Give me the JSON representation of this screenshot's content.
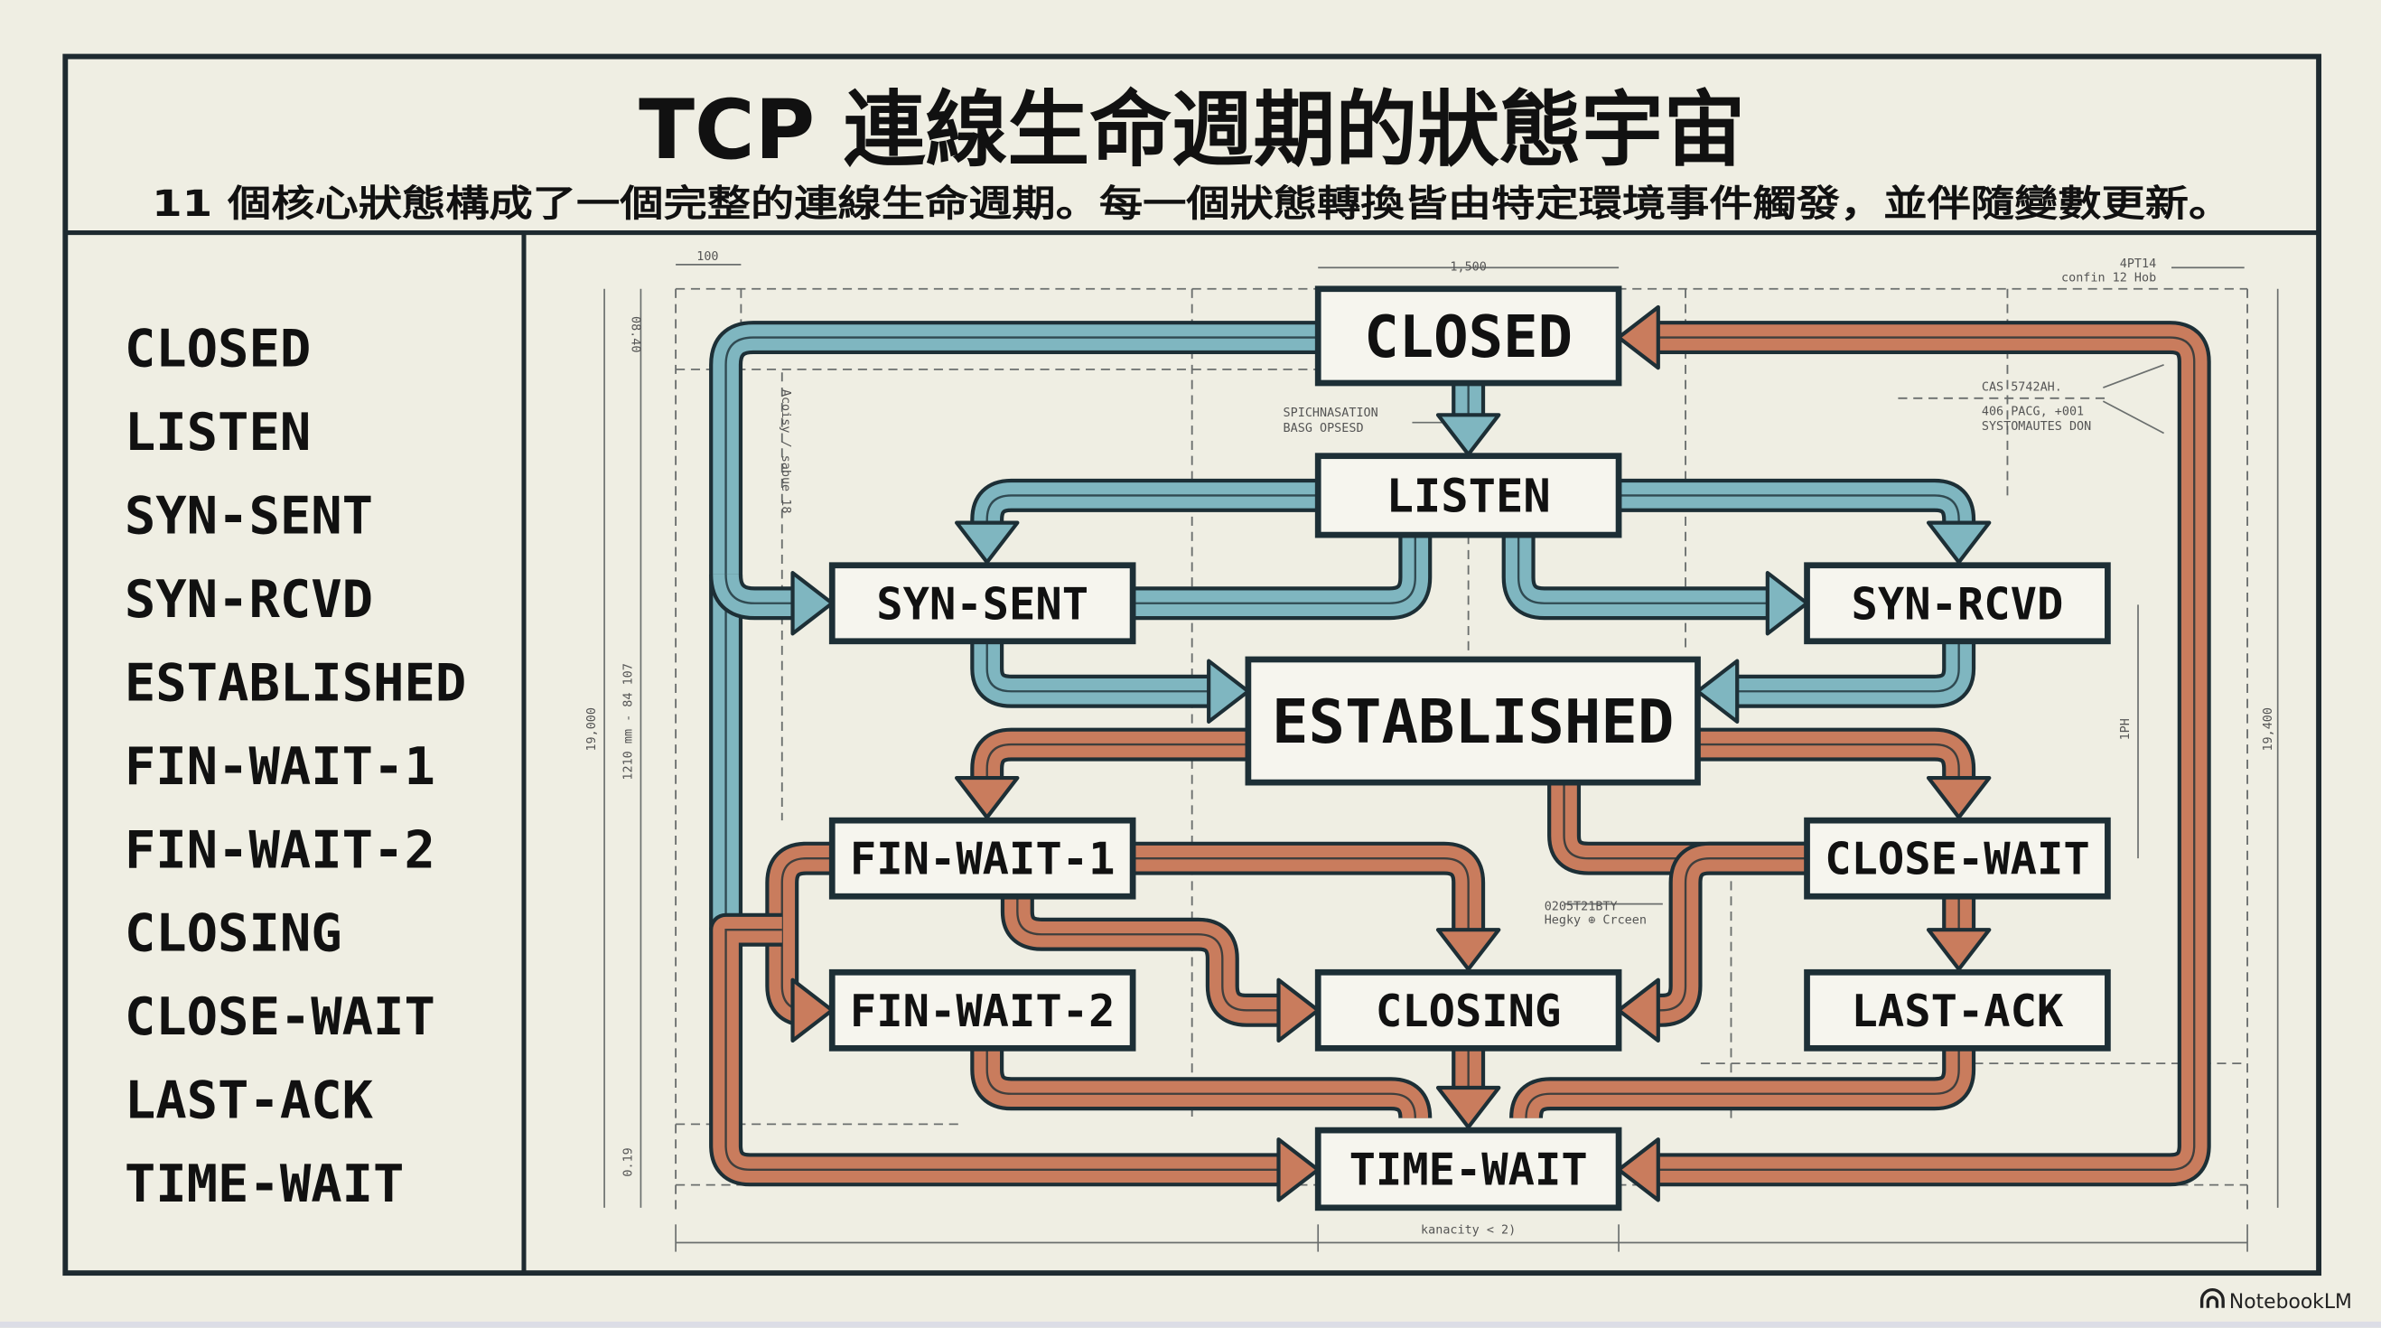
{
  "header": {
    "title": "TCP 連線生命週期的狀態宇宙",
    "subtitle": "11 個核心狀態構成了一個完整的連線生命週期。每一個狀態轉換皆由特定環境事件觸發，並伴隨變數更新。"
  },
  "sidebar": {
    "items": [
      "CLOSED",
      "LISTEN",
      "SYN-SENT",
      "SYN-RCVD",
      "ESTABLISHED",
      "FIN-WAIT-1",
      "FIN-WAIT-2",
      "CLOSING",
      "CLOSE-WAIT",
      "LAST-ACK",
      "TIME-WAIT"
    ]
  },
  "diagram": {
    "states": {
      "closed": "CLOSED",
      "listen": "LISTEN",
      "syn_sent": "SYN-SENT",
      "syn_rcvd": "SYN-RCVD",
      "established": "ESTABLISHED",
      "fin_wait_1": "FIN-WAIT-1",
      "close_wait": "CLOSE-WAIT",
      "fin_wait_2": "FIN-WAIT-2",
      "closing": "CLOSING",
      "last_ack": "LAST-ACK",
      "time_wait": "TIME-WAIT"
    },
    "annotations": {
      "dim_top_left": "100",
      "dim_top_center": "1,500",
      "top_right_1": "4PT14",
      "top_right_2": "confin 12 Hob",
      "left_vertical_outer": "19,000",
      "left_vertical_inner": "1210 mm - 84 107",
      "left_vertical_top": "08.40",
      "left_vertical_bottom": "0.19",
      "inner_vertical": "Acoisy / sabue 18",
      "note_closed_1": "SPICHNASATION",
      "note_closed_2": "BASG OPSESD",
      "note_right_1": "CAS 5742AH.",
      "note_right_2": "406 PACG, +001",
      "note_right_3": "SYSTOMAUTES DON",
      "note_middle_1": "0205T21BTY",
      "note_middle_2": "Hegky ⊕ Crceen",
      "right_vertical_outer": "19,400",
      "right_vertical_inner": "1PH",
      "dim_bottom": "kanacity < 2)"
    }
  },
  "watermark": "NotebookLM",
  "colors": {
    "background": "#efeee3",
    "frame": "#1e2a30",
    "sync_arrow": "#7fb6c0",
    "teardown_arrow": "#c97c5d",
    "outline": "#1d2f36",
    "box_fill": "#f6f5ee",
    "guide": "#6b6f6e"
  }
}
